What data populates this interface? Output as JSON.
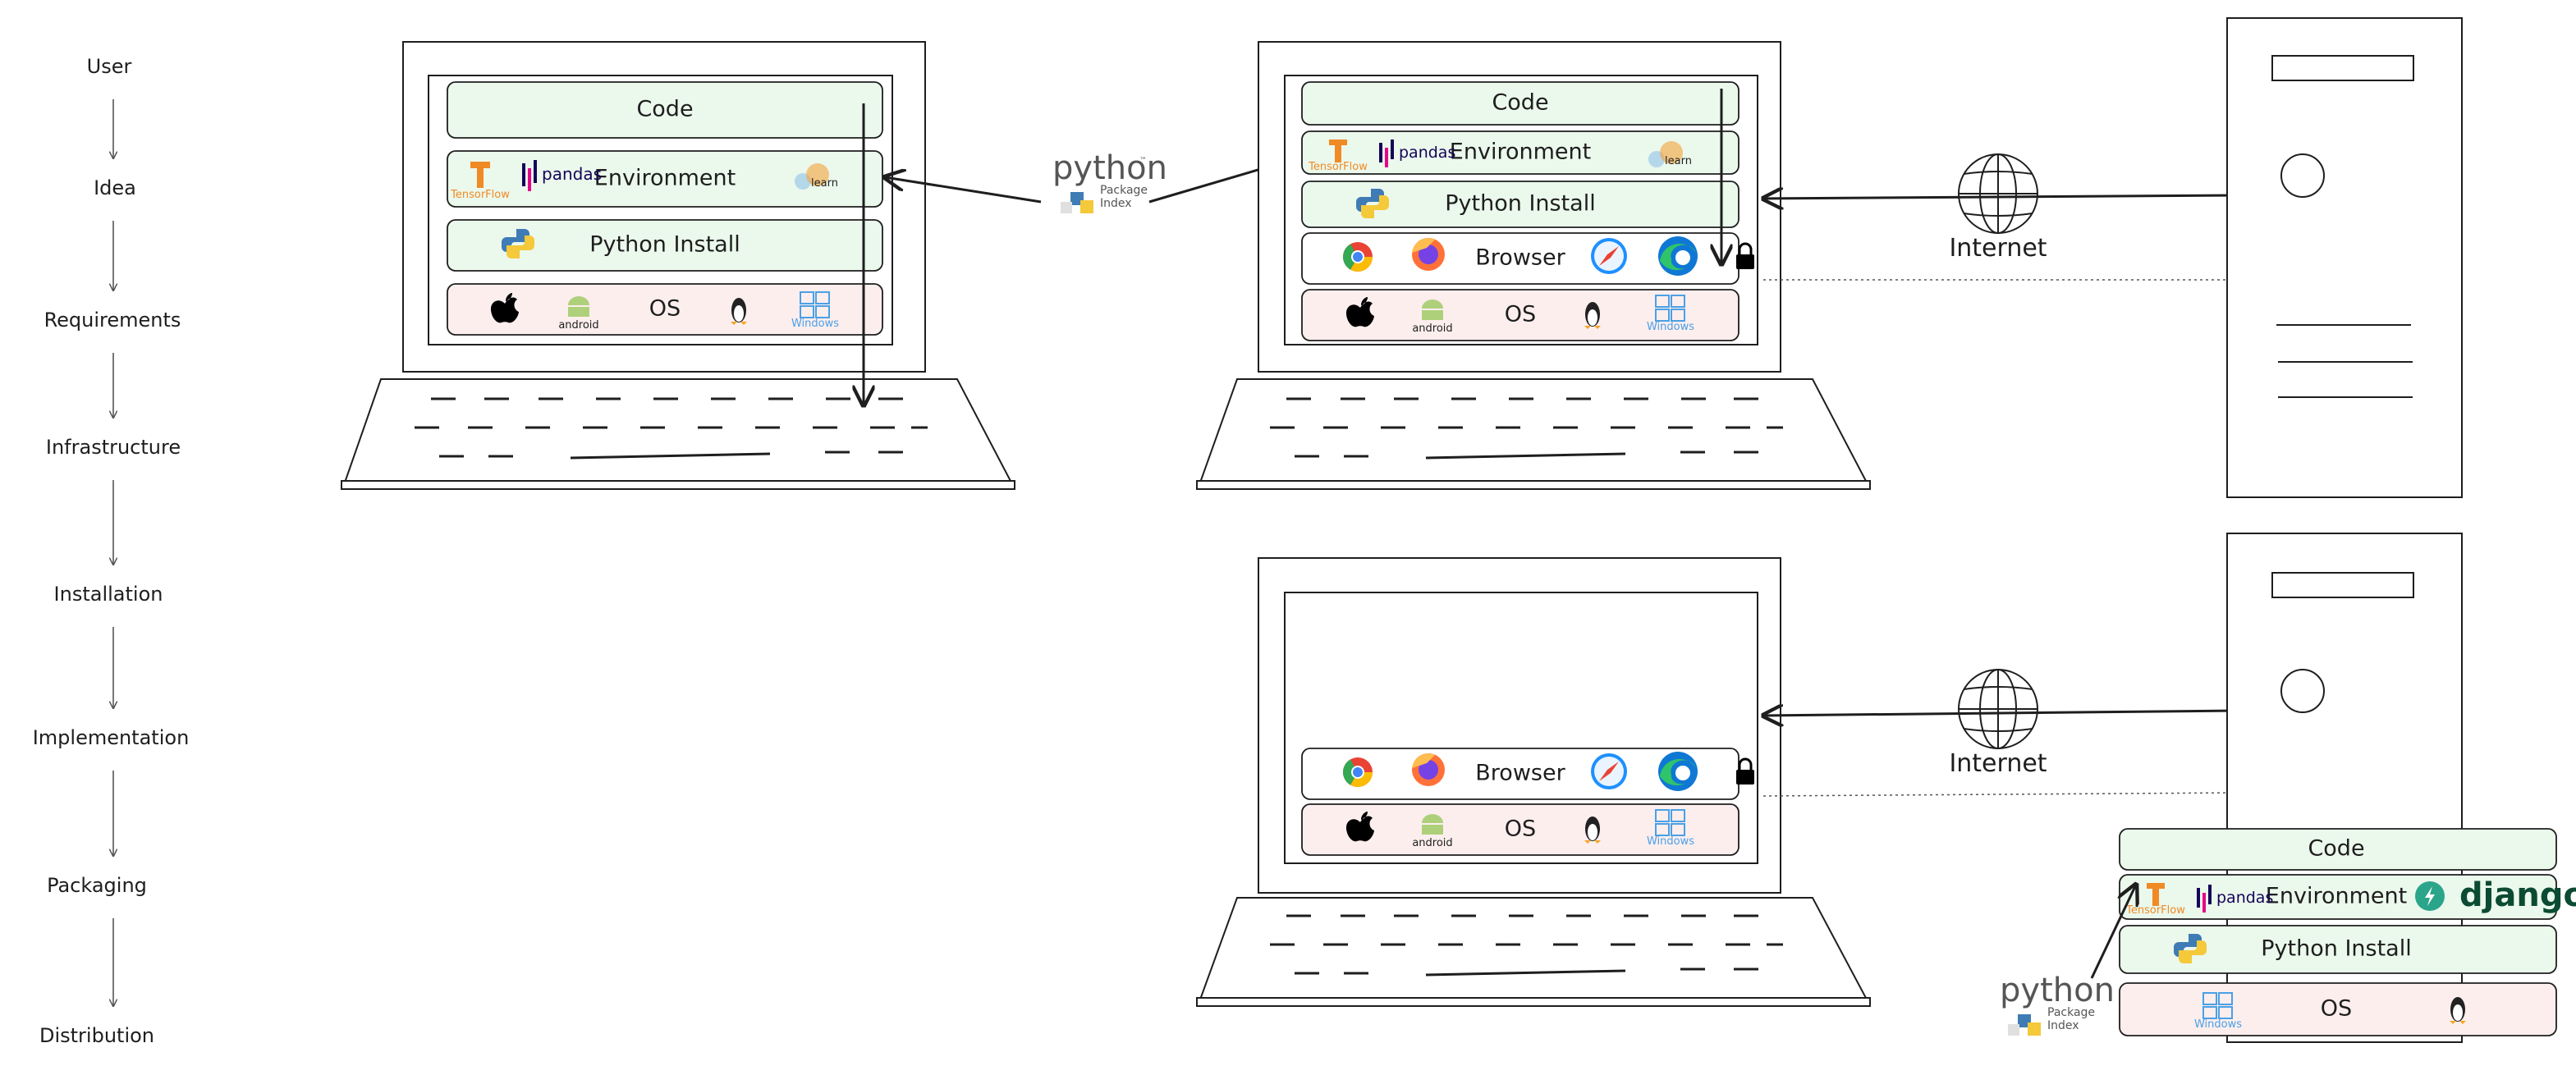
{
  "flow": {
    "steps": [
      "User",
      "Idea",
      "Requirements",
      "Infrastructure",
      "Installation",
      "Implementation",
      "Packaging",
      "Distribution"
    ]
  },
  "layers": {
    "code": "Code",
    "environment": "Environment",
    "python_install": "Python Install",
    "browser": "Browser",
    "os": "OS"
  },
  "logos": {
    "tensorflow": "TensorFlow",
    "pandas": "pandas",
    "sklearn": "learn",
    "android": "android",
    "windows": "Windows",
    "django": "django"
  },
  "pypi": {
    "name": "python",
    "tm": "™",
    "line1": "Package",
    "line2": "Index"
  },
  "internet": {
    "label": "Internet"
  },
  "colors": {
    "green_fill": "#ebf8ec",
    "red_fill": "#fdeeee",
    "stroke": "#1e1e1e",
    "pandas_blue": "#150458",
    "tf_orange": "#f08a24",
    "django_green": "#0c4b33",
    "windows_blue": "#4aa0e6"
  }
}
